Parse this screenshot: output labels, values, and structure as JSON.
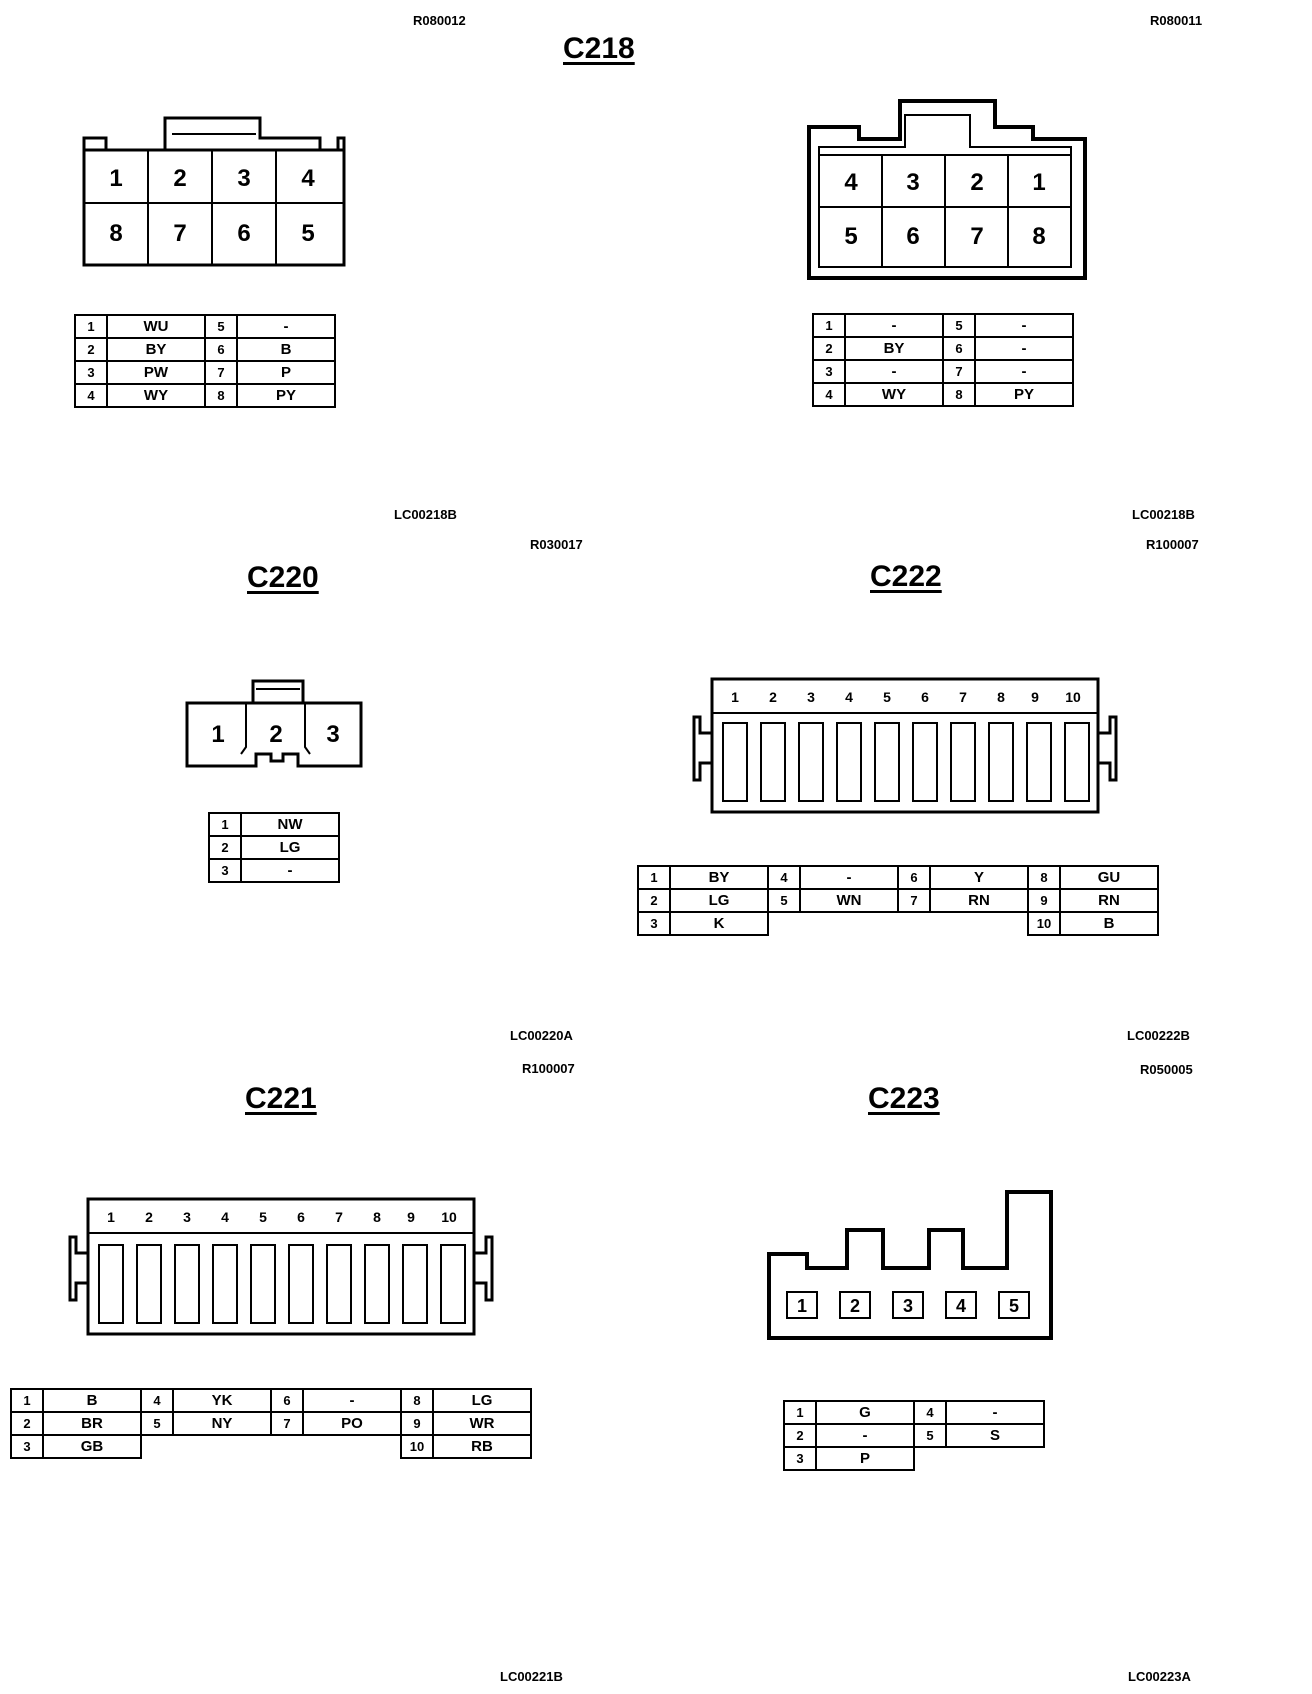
{
  "c218": {
    "title": "C218",
    "ref_left_top": "R080012",
    "ref_right_top": "R080011",
    "ref_left_bottom": "LC00218B",
    "ref_right_bottom": "LC00218B",
    "left_pins_top": [
      "1",
      "2",
      "3",
      "4"
    ],
    "left_pins_bottom": [
      "8",
      "7",
      "6",
      "5"
    ],
    "right_pins_top": [
      "4",
      "3",
      "2",
      "1"
    ],
    "right_pins_bottom": [
      "5",
      "6",
      "7",
      "8"
    ],
    "left_table": [
      [
        "1",
        "WU",
        "5",
        "-"
      ],
      [
        "2",
        "BY",
        "6",
        "B"
      ],
      [
        "3",
        "PW",
        "7",
        "P"
      ],
      [
        "4",
        "WY",
        "8",
        "PY"
      ]
    ],
    "right_table": [
      [
        "1",
        "-",
        "5",
        "-"
      ],
      [
        "2",
        "BY",
        "6",
        "-"
      ],
      [
        "3",
        "-",
        "7",
        "-"
      ],
      [
        "4",
        "WY",
        "8",
        "PY"
      ]
    ]
  },
  "c220": {
    "title": "C220",
    "ref_top": "R030017",
    "ref_bottom": "LC00220A",
    "pins": [
      "1",
      "2",
      "3"
    ],
    "table": [
      [
        "1",
        "NW"
      ],
      [
        "2",
        "LG"
      ],
      [
        "3",
        "-"
      ]
    ]
  },
  "c222": {
    "title": "C222",
    "ref_top": "R100007",
    "ref_bottom": "LC00222B",
    "pins": [
      "1",
      "2",
      "3",
      "4",
      "5",
      "6",
      "7",
      "8",
      "9",
      "10"
    ],
    "table": [
      [
        "1",
        "BY",
        "4",
        "-",
        "6",
        "Y",
        "8",
        "GU"
      ],
      [
        "2",
        "LG",
        "5",
        "WN",
        "7",
        "RN",
        "9",
        "RN"
      ],
      [
        "3",
        "K",
        "",
        "",
        "",
        "",
        "10",
        "B"
      ]
    ]
  },
  "c221": {
    "title": "C221",
    "ref_top": "R100007",
    "ref_bottom": "LC00221B",
    "pins": [
      "1",
      "2",
      "3",
      "4",
      "5",
      "6",
      "7",
      "8",
      "9",
      "10"
    ],
    "table": [
      [
        "1",
        "B",
        "4",
        "YK",
        "6",
        "-",
        "8",
        "LG"
      ],
      [
        "2",
        "BR",
        "5",
        "NY",
        "7",
        "PO",
        "9",
        "WR"
      ],
      [
        "3",
        "GB",
        "",
        "",
        "",
        "",
        "10",
        "RB"
      ]
    ]
  },
  "c223": {
    "title": "C223",
    "ref_top": "R050005",
    "ref_bottom": "LC00223A",
    "pins": [
      "1",
      "2",
      "3",
      "4",
      "5"
    ],
    "table": [
      [
        "1",
        "G",
        "4",
        "-"
      ],
      [
        "2",
        "-",
        "5",
        "S"
      ],
      [
        "3",
        "P",
        "",
        ""
      ]
    ]
  }
}
